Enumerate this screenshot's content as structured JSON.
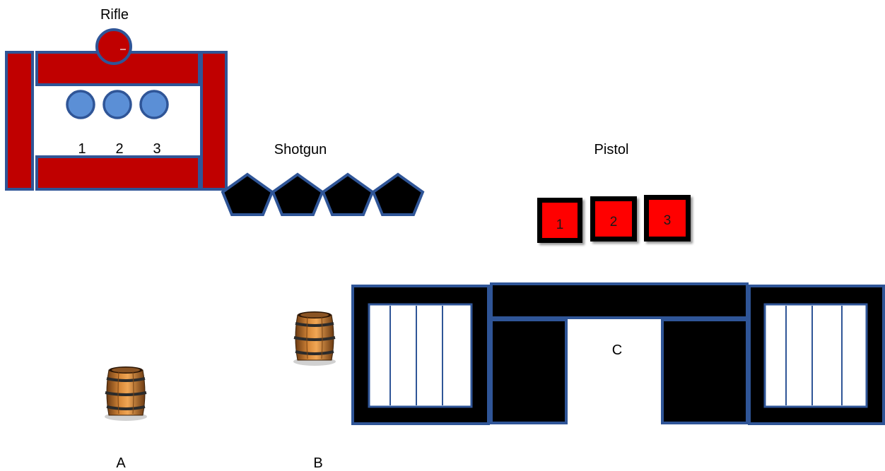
{
  "labels": {
    "rifle": "Rifle",
    "shotgun": "Shotgun",
    "pistol": "Pistol",
    "a": "A",
    "b": "B",
    "c": "C"
  },
  "rifle": {
    "targets": [
      "1",
      "2",
      "3"
    ],
    "colors": {
      "frame": "#c00000",
      "outline": "#2f5597",
      "target": "#5b8fd6"
    }
  },
  "shotgun": {
    "target_count": 4,
    "colors": {
      "target": "#000000",
      "outline": "#2f5597"
    }
  },
  "pistol": {
    "targets": [
      "1",
      "2",
      "3"
    ],
    "colors": {
      "target": "#ff0000",
      "border": "#000000"
    }
  },
  "barrels": [
    {
      "name": "barrel-a"
    },
    {
      "name": "barrel-b"
    }
  ],
  "building_c": {
    "colors": {
      "wall": "#000000",
      "outline": "#2f5597",
      "window": "#ffffff"
    }
  }
}
